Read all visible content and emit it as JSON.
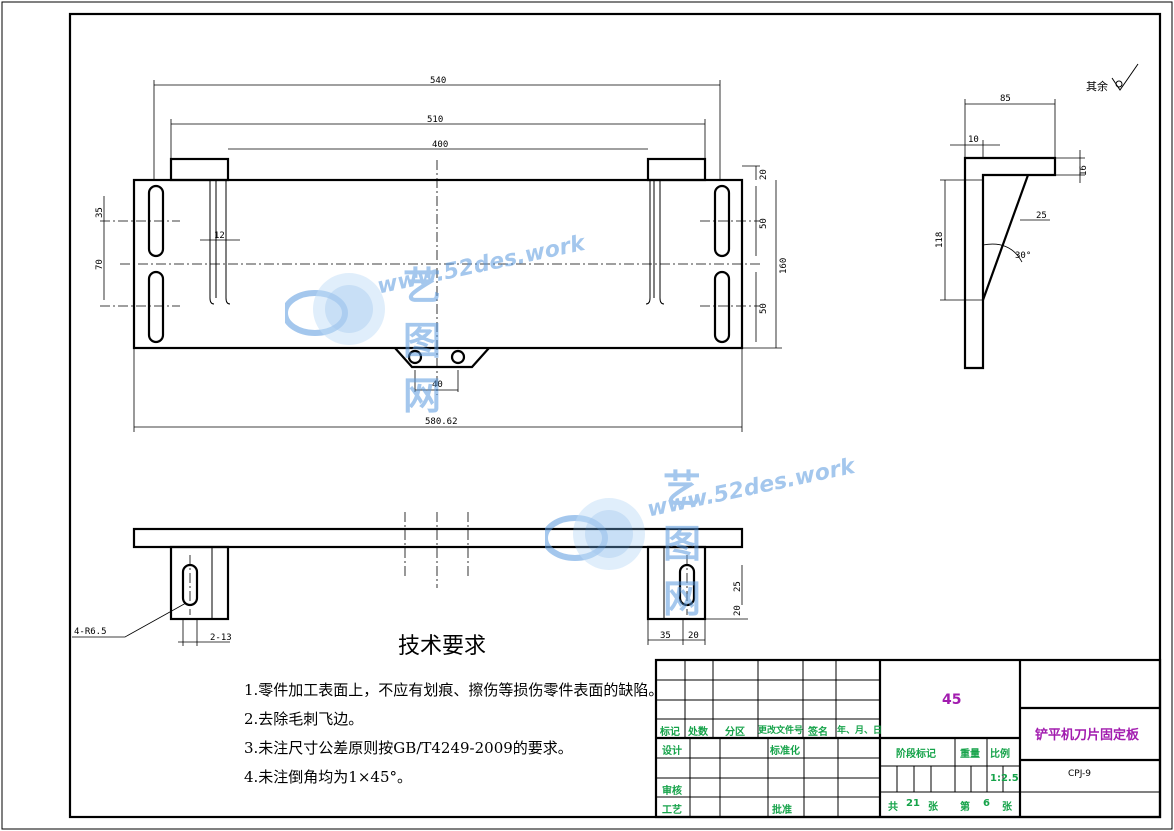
{
  "dimensions": {
    "overall_540": "540",
    "inner_510": "510",
    "center_400": "400",
    "total_length": "580.62",
    "slot_gap_40": "40",
    "h_35": "35",
    "h_70": "70",
    "w_12": "12",
    "r_20": "20",
    "r_50a": "50",
    "r_160": "160",
    "r_50b": "50",
    "side_85": "85",
    "side_10": "10",
    "side_16": "16",
    "side_25": "25",
    "side_118": "118",
    "side_angle": "30°",
    "bottom_hole": "4-R6.5",
    "bottom_2_13": "2-13",
    "bottom_35": "35",
    "bottom_20": "20",
    "bottom_25": "25",
    "bottom_20b": "20"
  },
  "roughness_label": "其余",
  "tech_requirements": {
    "title": "技术要求",
    "notes": [
      "1.零件加工表面上，不应有划痕、擦伤等损伤零件表面的缺陷。",
      "2.去除毛刺飞边。",
      "3.未注尺寸公差原则按GB/T4249-2009的要求。",
      "4.未注倒角均为1×45°。"
    ]
  },
  "title_block": {
    "material": "45",
    "part_name": "铲平机刀片固定板",
    "drawing_no": "CPJ-9",
    "header_labels": [
      "标记",
      "处数",
      "分区",
      "更改文件号",
      "签名",
      "年、月、日"
    ],
    "design": "设计",
    "standardize": "标准化",
    "review": "审核",
    "process": "工艺",
    "approve": "批准",
    "stage_mark": "阶段标记",
    "weight": "重量",
    "scale_label": "比例",
    "scale": "1:2.5",
    "sheets_total_prefix": "共",
    "sheets_total": "21",
    "sheets_unit": "张",
    "sheet_prefix": "第",
    "sheet_no": "6",
    "sheet_unit": "张"
  },
  "watermark": {
    "title": "艺图网",
    "url": "www.52des.work"
  },
  "colors": {
    "line": "#000000",
    "title_block_green": "#16a34a",
    "title_block_magenta": "#a21caf",
    "watermark_blue": "#5b9be0"
  }
}
